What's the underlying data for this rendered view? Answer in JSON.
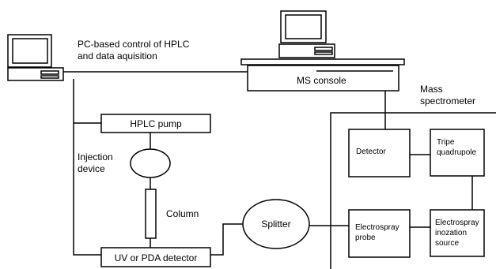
{
  "diagram": {
    "pc_caption": [
      "PC-based control of HPLC",
      "and data aquisition"
    ],
    "ms_console": "MS console",
    "ms_heading": [
      "Mass",
      "spectrometer"
    ],
    "hplc_pump": "HPLC pump",
    "injection_device": [
      "Injection",
      "device"
    ],
    "column": "Column",
    "uv_detector": "UV or PDA detector",
    "splitter": "Splitter",
    "detector": "Detector",
    "triple_quadrupole": [
      "Tripe",
      "quadrupole"
    ],
    "electrospray_probe": [
      "Electrospray",
      "probe"
    ],
    "electrospray_source": [
      "Electrospray",
      "inozation",
      "source"
    ]
  },
  "colors": {
    "line": "#000000",
    "background": "#ffffff"
  }
}
